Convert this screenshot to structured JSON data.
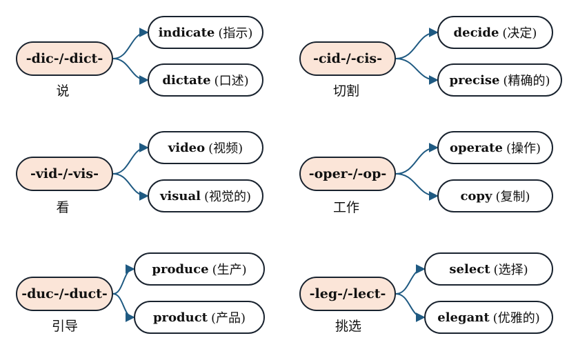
{
  "groups": [
    {
      "root": "-dic-/-dict-",
      "meaning": "说",
      "words": [
        {
          "word": "indicate",
          "gloss": "(指示)"
        },
        {
          "word": "dictate",
          "gloss": "(口述)"
        }
      ]
    },
    {
      "root": "-cid-/-cis-",
      "meaning": "切割",
      "words": [
        {
          "word": "decide",
          "gloss": "(决定)"
        },
        {
          "word": "precise",
          "gloss": "(精确的)"
        }
      ]
    },
    {
      "root": "-vid-/-vis-",
      "meaning": "看",
      "words": [
        {
          "word": "video",
          "gloss": "(视频)"
        },
        {
          "word": "visual",
          "gloss": "(视觉的)"
        }
      ]
    },
    {
      "root": "-oper-/-op-",
      "meaning": "工作",
      "words": [
        {
          "word": "operate",
          "gloss": "(操作)"
        },
        {
          "word": "copy",
          "gloss": "(复制)"
        }
      ]
    },
    {
      "root": "-duc-/-duct-",
      "meaning": "引导",
      "words": [
        {
          "word": "produce",
          "gloss": "(生产)"
        },
        {
          "word": "product",
          "gloss": "(产品)"
        }
      ]
    },
    {
      "root": "-leg-/-lect-",
      "meaning": "挑选",
      "words": [
        {
          "word": "select",
          "gloss": "(选择)"
        },
        {
          "word": "elegant",
          "gloss": "(优雅的)"
        }
      ]
    }
  ],
  "colors": {
    "root_fill": "#fbe5d8",
    "border": "#18222e",
    "connector": "#1f5a82"
  }
}
